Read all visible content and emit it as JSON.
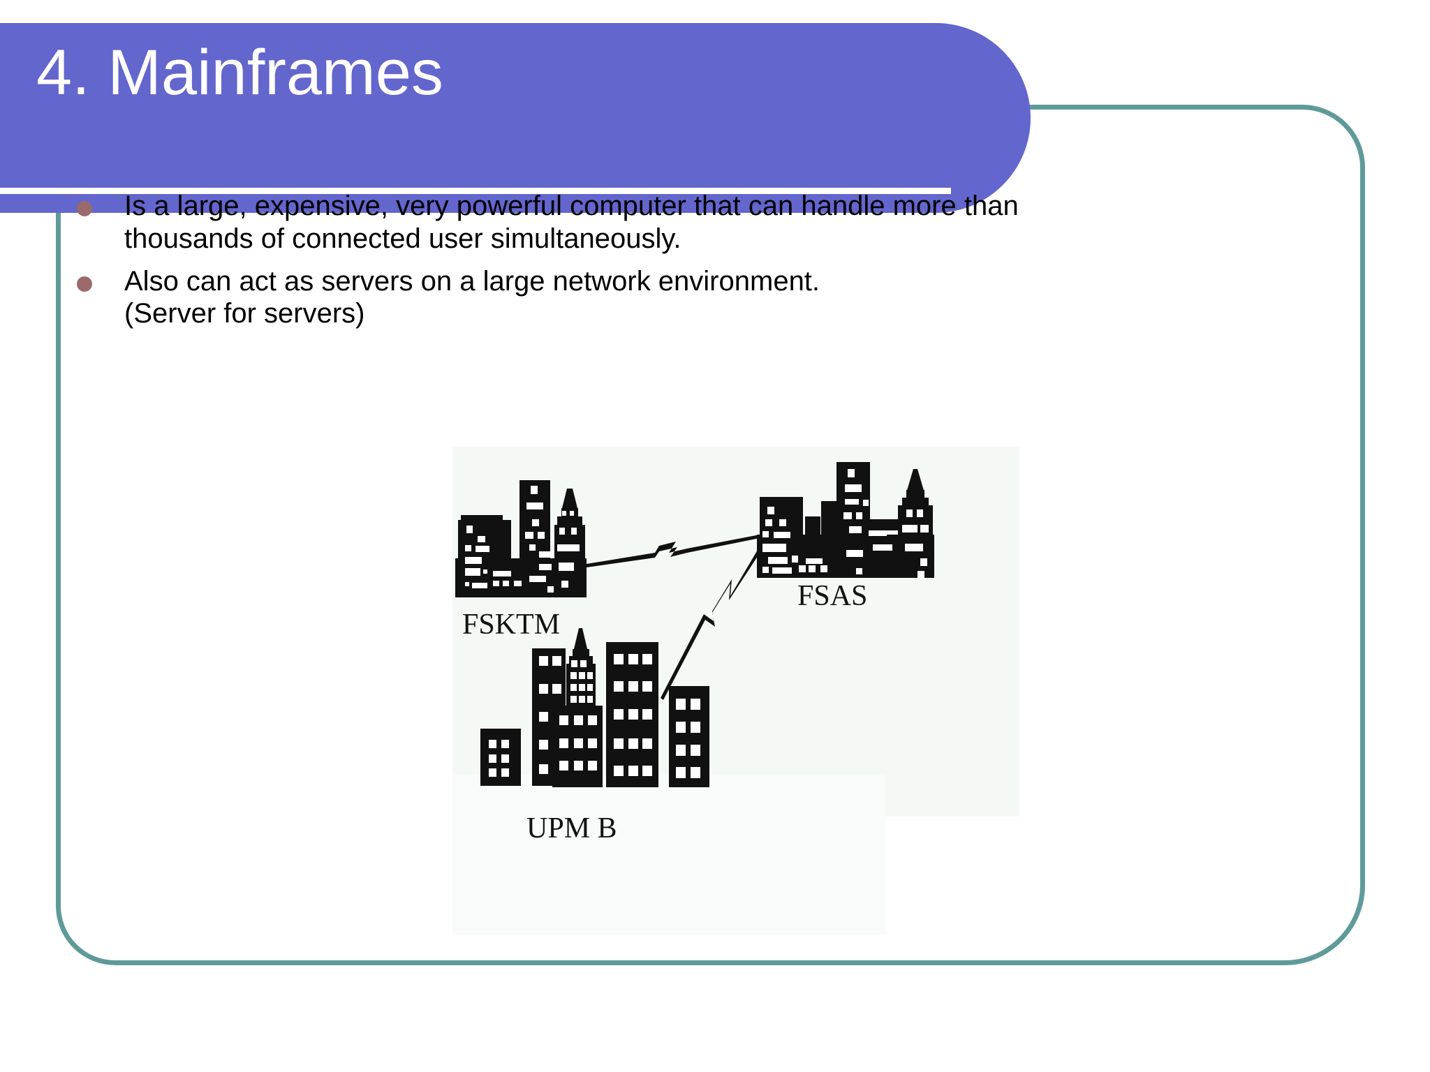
{
  "slide": {
    "title": "4. Mainframes",
    "bullets": [
      "Is a large, expensive, very powerful computer that can handle more than thousands of connected user simultaneously.",
      "Also can act as servers on a large network environment.\n(Server for servers)"
    ]
  },
  "colors": {
    "title_banner": "#6366cc",
    "title_text": "#ffffff",
    "frame_border": "#5f9a9a",
    "bullet_dot": "#9a6a6a",
    "body_text": "#000000",
    "picture_background": "#f4f9f6",
    "skyline": "#111111"
  },
  "diagram": {
    "type": "network-illustration",
    "description": "Three city skylines connected by lightning-bolt network links",
    "nodes": [
      {
        "id": "fsktm",
        "label": "FSKTM"
      },
      {
        "id": "fsas",
        "label": "FSAS"
      },
      {
        "id": "upmb",
        "label": "UPM B"
      }
    ],
    "links": [
      {
        "from": "fsktm",
        "to": "fsas",
        "style": "lightning"
      },
      {
        "from": "upmb",
        "to": "fsas",
        "style": "lightning"
      }
    ]
  }
}
